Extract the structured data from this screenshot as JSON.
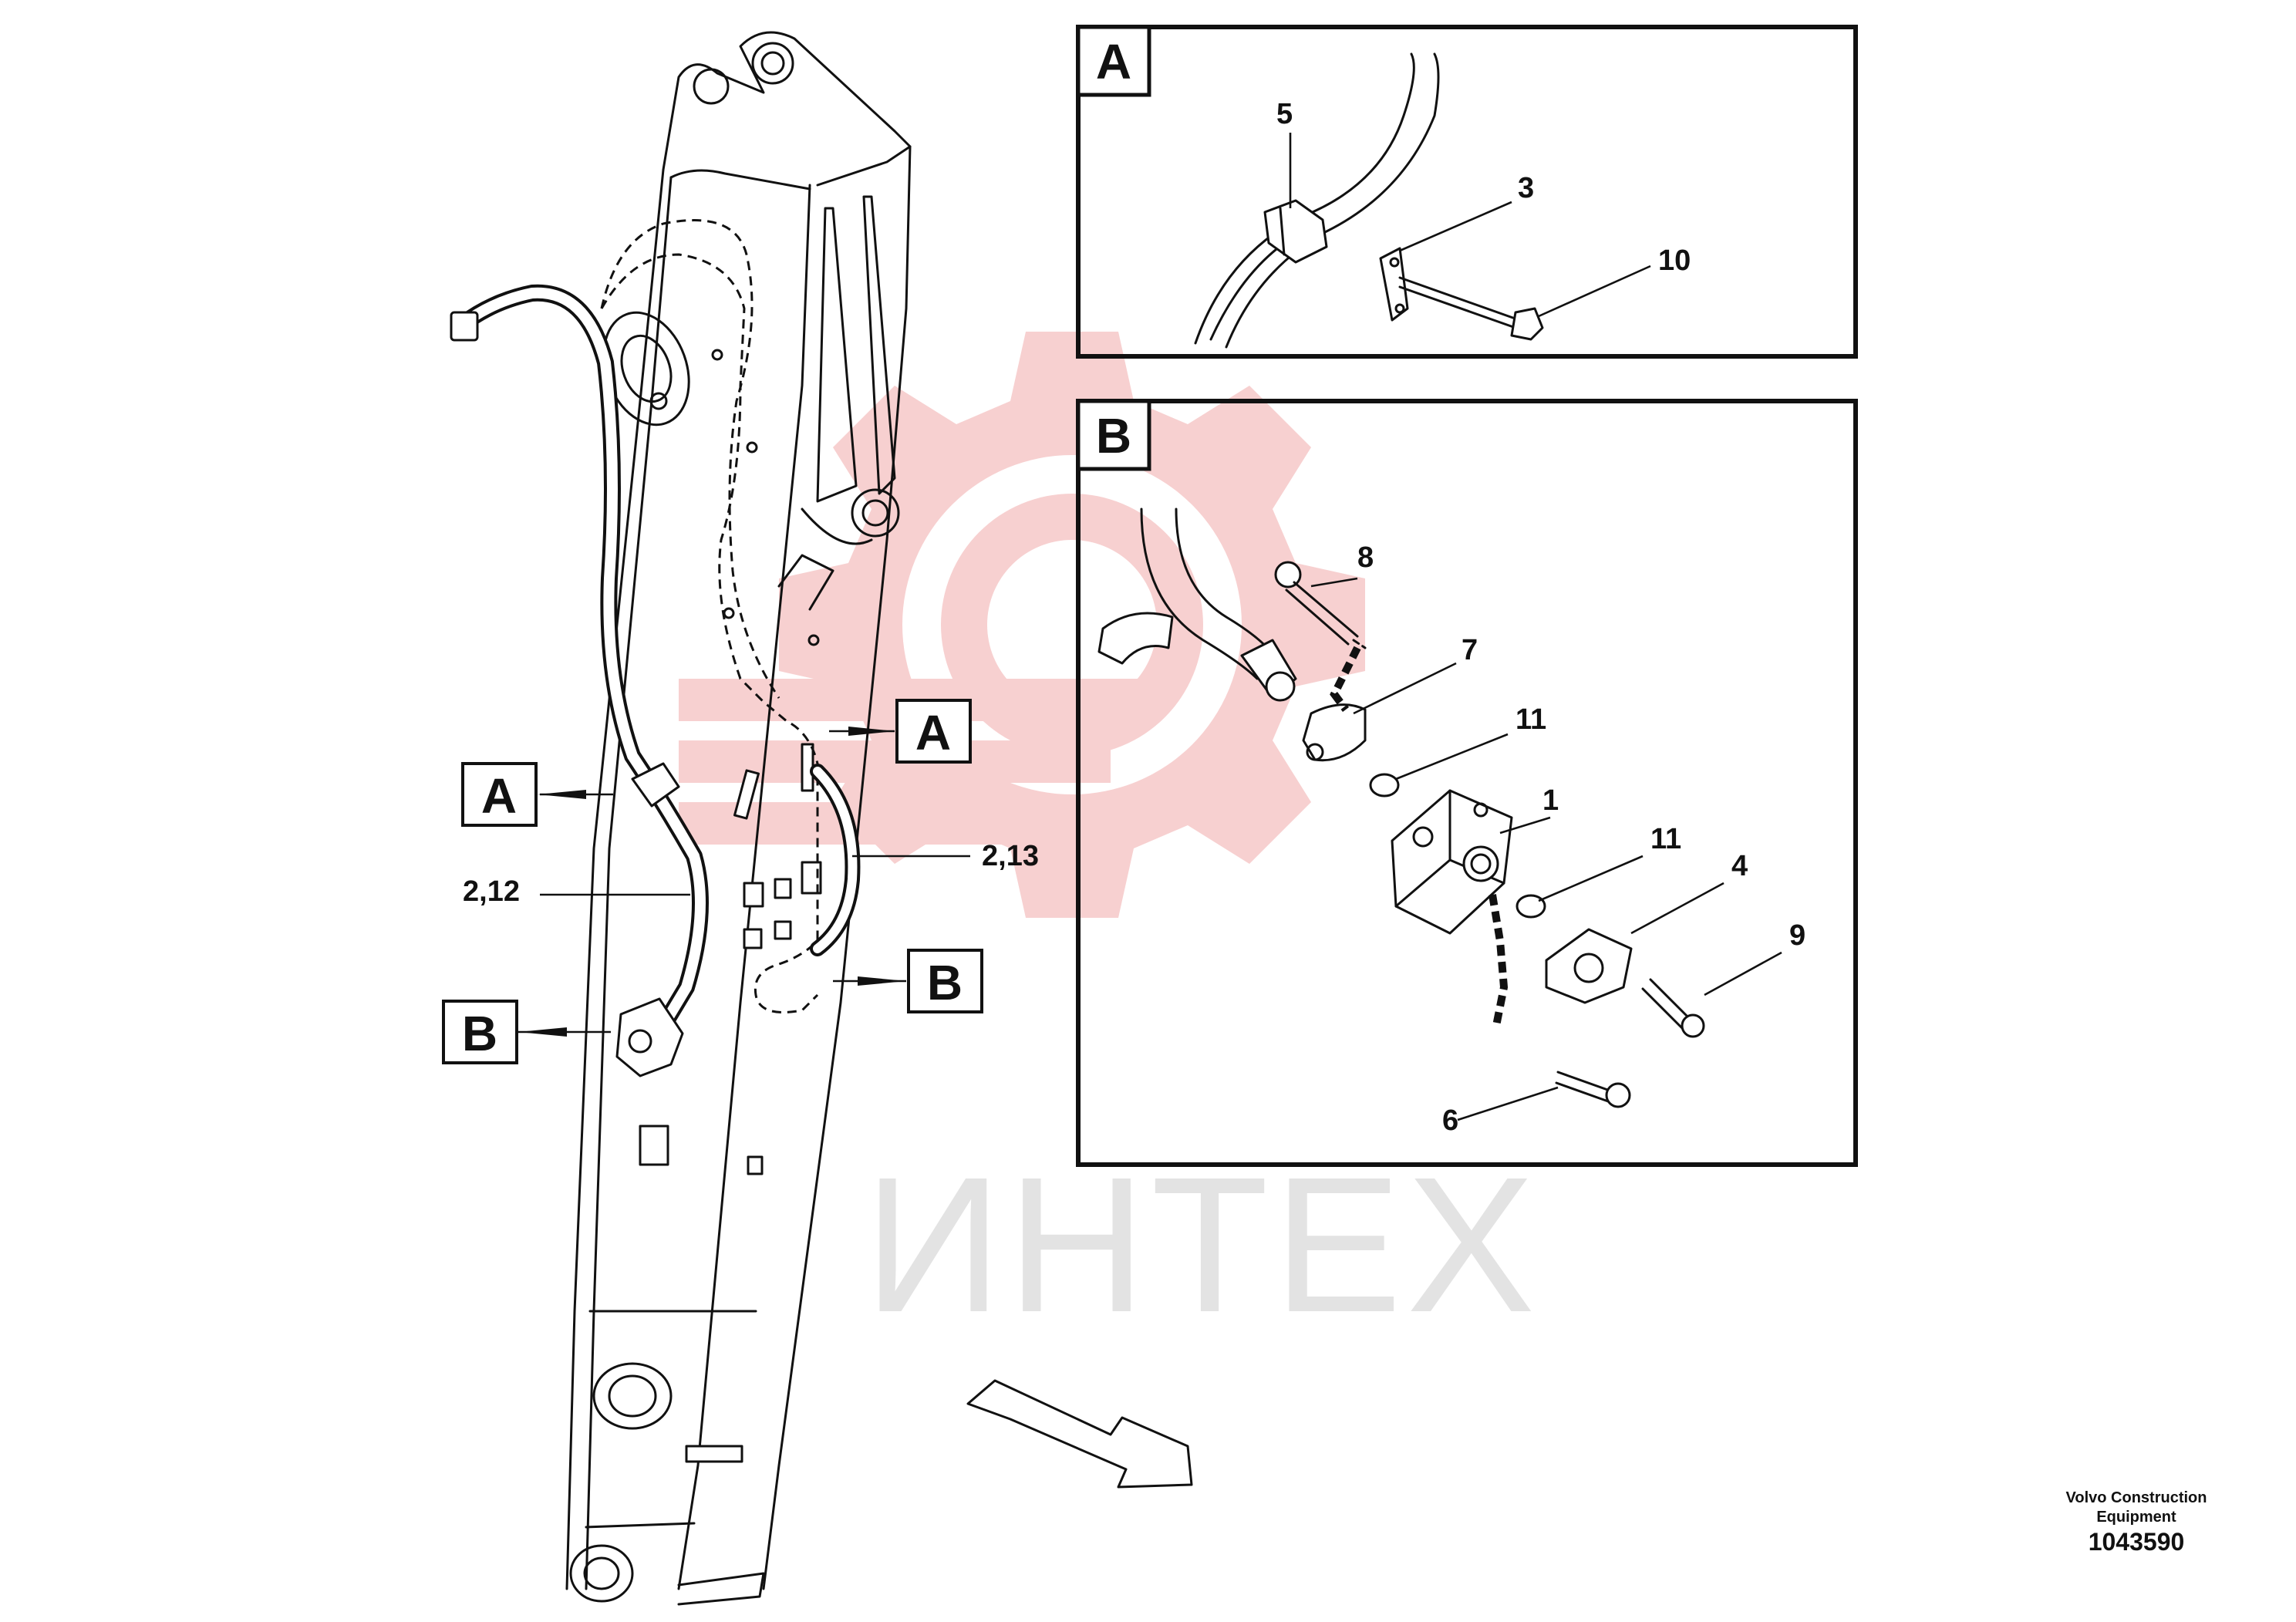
{
  "watermark": {
    "text": "ИНТЕХ",
    "gear_color": "#f7d0d0",
    "text_color": "#e3e3e3"
  },
  "detail_panels": [
    {
      "letter": "A",
      "item_labels": [
        "5",
        "3",
        "10"
      ]
    },
    {
      "letter": "B",
      "item_labels": [
        "8",
        "7",
        "11",
        "1",
        "11",
        "4",
        "9",
        "6"
      ]
    }
  ],
  "main_callouts": {
    "a_left": "A",
    "a_right": "A",
    "b_left": "B",
    "b_right": "B",
    "hose_left": "2,12",
    "hose_right": "2,13"
  },
  "credit": {
    "line1": "Volvo Construction",
    "line2": "Equipment",
    "code": "1043590"
  }
}
